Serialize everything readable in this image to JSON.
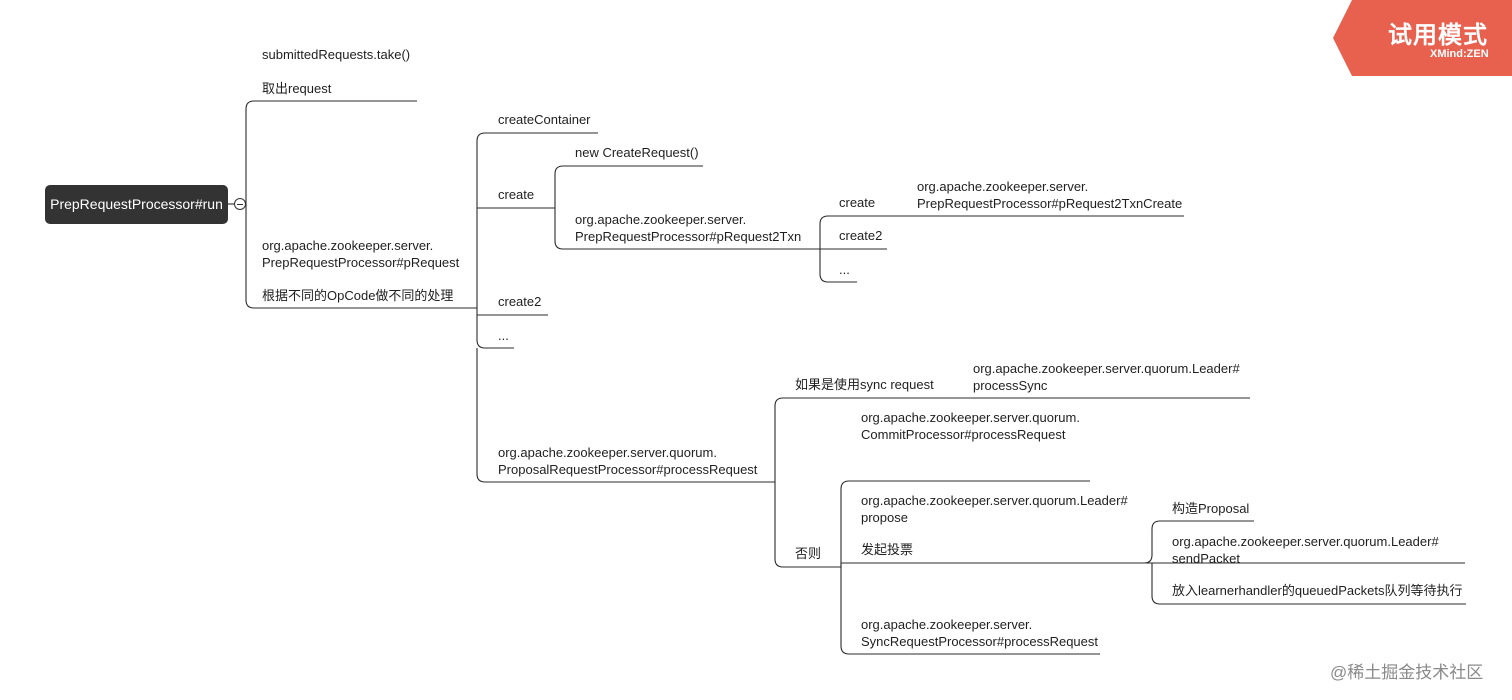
{
  "banner": {
    "title": "试用模式",
    "brand": "XMind:ZEN",
    "color": "#e8614f"
  },
  "watermark": "@稀土掘金技术社区",
  "root": {
    "label": "PrepRequestProcessor#run"
  },
  "topics": {
    "take": {
      "line1": "submittedRequests.take()",
      "line2": "取出request"
    },
    "prequest": {
      "line1": "org.apache.zookeeper.server.",
      "line2": "PrepRequestProcessor#pRequest",
      "line3": "根据不同的OpCode做不同的处理"
    },
    "createContainer": "createContainer",
    "create": "create",
    "newCreateRequest": "new CreateRequest()",
    "pRequest2Txn": {
      "line1": "org.apache.zookeeper.server.",
      "line2": "PrepRequestProcessor#pRequest2Txn"
    },
    "txnCreate": "create",
    "pRequest2TxnCreate": {
      "line1": "org.apache.zookeeper.server.",
      "line2": "PrepRequestProcessor#pRequest2TxnCreate"
    },
    "txnCreate2": "create2",
    "txnEllipsis": "...",
    "create2": "create2",
    "ellipsis": "...",
    "proposal": {
      "line1": "org.apache.zookeeper.server.quorum.",
      "line2": "ProposalRequestProcessor#processRequest"
    },
    "syncCase": "如果是使用sync request",
    "processSync": {
      "line1": "org.apache.zookeeper.server.quorum.Leader#",
      "line2": "processSync"
    },
    "otherwise": "否则",
    "commit": {
      "line1": "org.apache.zookeeper.server.quorum.",
      "line2": "CommitProcessor#processRequest"
    },
    "propose": {
      "line1": "org.apache.zookeeper.server.quorum.Leader#",
      "line2": "propose",
      "line3": "发起投票"
    },
    "buildProposal": "构造Proposal",
    "sendPacket": {
      "line1": "org.apache.zookeeper.server.quorum.Leader#",
      "line2": "sendPacket"
    },
    "queuedPackets": "放入learnerhandler的queuedPackets队列等待执行",
    "syncProcessor": {
      "line1": "org.apache.zookeeper.server.",
      "line2": "SyncRequestProcessor#processRequest"
    }
  }
}
